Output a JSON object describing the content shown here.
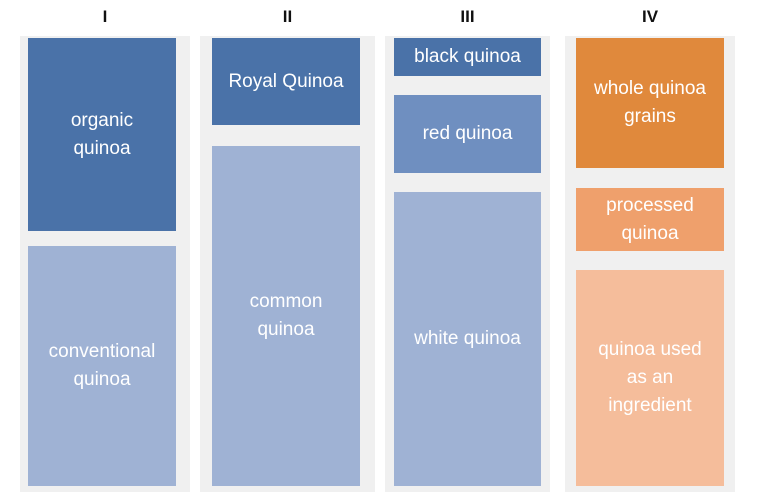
{
  "columns": [
    {
      "header": "I",
      "segments": [
        {
          "label": "organic\nquinoa",
          "color": "#4a72a8"
        },
        {
          "label": "conventional\nquinoa",
          "color": "#9fb2d4"
        }
      ]
    },
    {
      "header": "II",
      "segments": [
        {
          "label": "Royal Quinoa",
          "color": "#4a72a8"
        },
        {
          "label": "common\nquinoa",
          "color": "#9fb2d4"
        }
      ]
    },
    {
      "header": "III",
      "segments": [
        {
          "label": "black quinoa",
          "color": "#4a72a8"
        },
        {
          "label": "red quinoa",
          "color": "#6f8fc0"
        },
        {
          "label": "white quinoa",
          "color": "#9fb2d4"
        }
      ]
    },
    {
      "header": "IV",
      "segments": [
        {
          "label": "whole quinoa\ngrains",
          "color": "#e0893c"
        },
        {
          "label": "processed\nquinoa",
          "color": "#efa06c"
        },
        {
          "label": "quinoa used\nas an\ningredient",
          "color": "#f5bd9b"
        }
      ]
    }
  ]
}
